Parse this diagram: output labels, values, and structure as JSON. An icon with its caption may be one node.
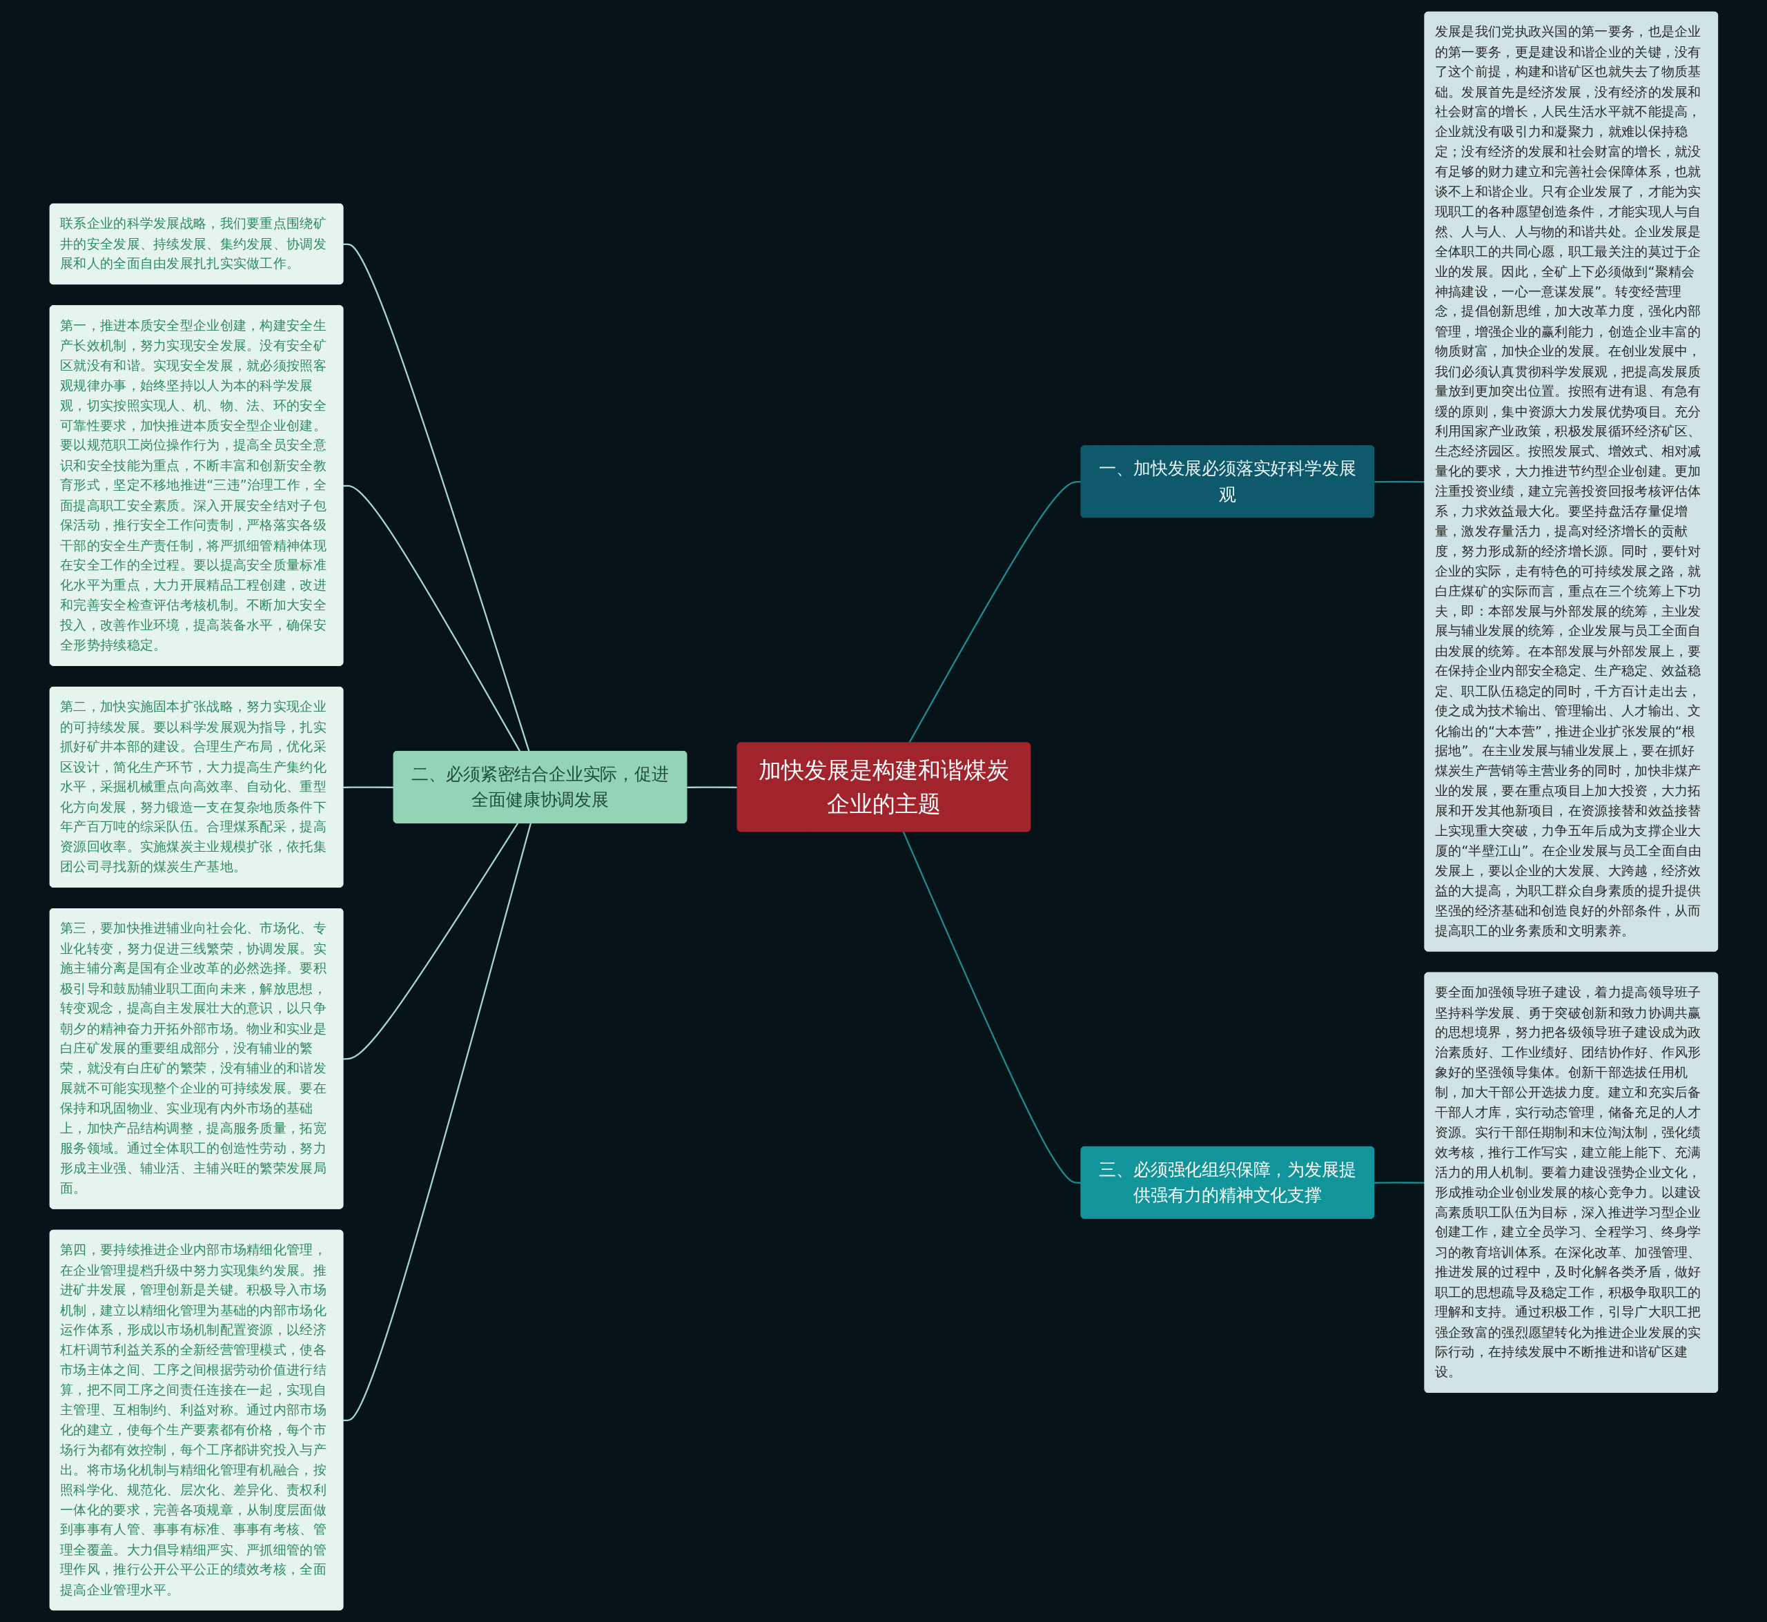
{
  "diagram": {
    "nodes": [
      {
        "text": [
          "加快发展是构建和谐煤炭企业的主题"
        ]
      },
      {
        "text": [
          "一、加快发展必须落实好科学发展观"
        ]
      },
      {
        "text": [
          "发展是我们党执政兴国的第一要务，也是企业的第一要务，更是建设和谐企业的关键，没有了这个前提，构建和谐矿区也就失去了物质基础。发展首先是经济发展，没有经济的发展和社会财富的增长，人民生活水平就不能提高，企业就没有吸引力和凝聚力，就难以保持稳定；没有经济的发展和社会财富的增长，就没有足够的财力建立和完善社会保障体系，也就谈不上和谐企业。只有企业发展了，才能为实现职工的各种愿望创造条件，才能实现人与自然、人与人、人与物的和谐共处。企业发展是全体职工的共同心愿，职工最关注的莫过于企业的发展。因此，全矿上下必须做到“聚精会神搞建设，一心一意谋发展”。转变经营理念，提倡创新思维，加大改革力度，强化内部管理，增强企业的赢利能力，创造企业丰富的物质财富，加快企业的发展。在创业发展中，我们必须认真贯彻科学发展观，把提高发展质量放到更加突出位置。按照有进有退、有急有缓的原则，集中资源大力发展优势项目。充分利用国家产业政策，积极发展循环经济矿区、生态经济园区。按照发展式、增效式、相对减量化的要求，大力推进节约型企业创建。更加注重投资业绩，建立完善投资回报考核评估体系，力求效益最大化。要坚持盘活存量促增量，激发存量活力，提高对经济增长的贡献度，努力形成新的经济增长源。同时，要针对企业的实际，走有特色的可持续发展之路，就白庄煤矿的实际而言，重点在三个统筹上下功夫，即：本部发展与外部发展的统筹，主业发展与辅业发展的统筹，企业发展与员工全面自由发展的统筹。在本部发展与外部发展上，要在保持企业内部安全稳定、生产稳定、效益稳定、职工队伍稳定的同时，千方百计走出去，使之成为技术输出、管理输出、人才输出、文化输出的“大本营”，推进企业扩张发展的“根据地”。在主业发展与辅业发展上，要在抓好煤炭生产营销等主营业务的同时，加快非煤产业的发展，要在重点项目上加大投资，大力拓展和开发其他新项目，在资源接替和效益接替上实现重大突破，力争五年后成为支撑企业大厦的“半壁江山”。在企业发展与员工全面自由发展上，要以企业的大发展、大跨越，经济效益的大提高，为职工群众自身素质的提升提供坚强的经济基础和创造良好的外部条件，从而提高职工的业务素质和文明素养。"
        ]
      },
      {
        "text": [
          "二、必须紧密结合企业实际，促进全面健康协调发展"
        ]
      },
      {
        "text": [
          "联系企业的科学发展战略，我们要重点围绕矿井的安全发展、持续发展、集约发展、协调发展和人的全面自由发展扎扎实实做工作。"
        ]
      },
      {
        "text": [
          "第一，推进本质安全型企业创建，构建安全生产长效机制，努力实现安全发展。没有安全矿区就没有和谐。实现安全发展，就必须按照客观规律办事，始终坚持以人为本的科学发展观，切实按照实现人、机、物、法、环的安全可靠性要求，加快推进本质安全型企业创建。要以规范职工岗位操作行为，提高全员安全意识和安全技能为重点，不断丰富和创新安全教育形式，坚定不移地推进“三违”治理工作，全面提高职工安全素质。深入开展安全结对子包保活动，推行安全工作问责制，严格落实各级干部的安全生产责任制，将严抓细管精神体现在安全工作的全过程。要以提高安全质量标准化水平为重点，大力开展精品工程创建，改进和完善安全检查评估考核机制。不断加大安全投入，改善作业环境，提高装备水平，确保安全形势持续稳定。"
        ]
      },
      {
        "text": [
          "第二，加快实施固本扩张战略，努力实现企业的可持续发展。要以科学发展观为指导，扎实抓好矿井本部的建设。合理生产布局，优化采区设计，简化生产环节，大力提高生产集约化水平，采掘机械重点向高效率、自动化、重型化方向发展，努力锻造一支在复杂地质条件下年产百万吨的综采队伍。合理煤系配采，提高资源回收率。实施煤炭主业规模扩张，依托集团公司寻找新的煤炭生产基地。"
        ]
      },
      {
        "text": [
          "第三，要加快推进辅业向社会化、市场化、专业化转变，努力促进三线繁荣，协调发展。实施主辅分离是国有企业改革的必然选择。要积极引导和鼓励辅业职工面向未来，解放思想，转变观念，提高自主发展壮大的意识，以只争朝夕的精神奋力开拓外部市场。物业和实业是白庄矿发展的重要组成部分，没有辅业的繁荣，就没有白庄矿的繁荣，没有辅业的和谐发展就不可能实现整个企业的可持续发展。要在保持和巩固物业、实业现有内外市场的基础上，加快产品结构调整，提高服务质量，拓宽服务领域。通过全体职工的创造性劳动，努力形成主业强、辅业活、主辅兴旺的繁荣发展局面。"
        ]
      },
      {
        "text": [
          "第四，要持续推进企业内部市场精细化管理，在企业管理提档升级中努力实现集约发展。推进矿井发展，管理创新是关键。积极导入市场机制，建立以精细化管理为基础的内部市场化运作体系，形成以市场机制配置资源，以经济杠杆调节利益关系的全新经营管理模式，使各市场主体之间、工序之间根据劳动价值进行结算，把不同工序之间责任连接在一起，实现自主管理、互相制约、利益对称。通过内部市场化的建立，使每个生产要素都有价格，每个市场行为都有效控制，每个工序都讲究投入与产出。将市场化机制与精细化管理有机融合，按照科学化、规范化、层次化、差异化、责权利一体化的要求，完善各项规章，从制度层面做到事事有人管、事事有标准、事事有考核、管理全覆盖。大力倡导精细严实、严抓细管的管理作风，推行公开公平公正的绩效考核，全面提高企业管理水平。"
        ]
      },
      {
        "text": [
          "三、必须强化组织保障，为发展提供强有力的精神文化支撑"
        ]
      },
      {
        "text": [
          "要全面加强领导班子建设，着力提高领导班子坚持科学发展、勇于突破创新和致力协调共赢的思想境界，努力把各级领导班子建设成为政治素质好、工作业绩好、团结协作好、作风形象好的坚强领导集体。创新干部选拔任用机制，加大干部公开选拔力度。建立和充实后备干部人才库，实行动态管理，储备充足的人才资源。实行干部任期制和末位淘汰制，强化绩效考核，推行工作写实，建立能上能下、充满活力的用人机制。要着力建设强势企业文化，形成推动企业创业发展的核心竞争力。以建设高素质职工队伍为目标，深入推进学习型企业创建工作，建立全员学习、全程学习、终身学习的教育培训体系。在深化改革、加强管理、推进发展的过程中，及时化解各类矛盾，做好职工的思想疏导及稳定工作，积极争取职工的理解和支持。通过积极工作，引导广大职工把强企致富的强烈愿望转化为推进企业发展的实际行动，在持续发展中不断推进和谐矿区建设。"
        ]
      }
    ],
    "edges": [
      {
        "from": 0,
        "to": 1,
        "arrow": "none",
        "color": "#1d8c92"
      },
      {
        "from": 1,
        "to": 2,
        "arrow": "none",
        "color": "#1d8c92"
      },
      {
        "from": 0,
        "to": 3,
        "arrow": "none"
      },
      {
        "from": 3,
        "to": 4,
        "arrow": "none"
      },
      {
        "from": 3,
        "to": 5,
        "arrow": "none"
      },
      {
        "from": 3,
        "to": 6,
        "arrow": "none"
      },
      {
        "from": 3,
        "to": 7,
        "arrow": "none"
      },
      {
        "from": 3,
        "to": 8,
        "arrow": "none"
      },
      {
        "from": 0,
        "to": 9,
        "arrow": "none",
        "color": "#1d8c92"
      },
      {
        "from": 9,
        "to": 10,
        "arrow": "none",
        "color": "#1d8c92"
      }
    ]
  }
}
